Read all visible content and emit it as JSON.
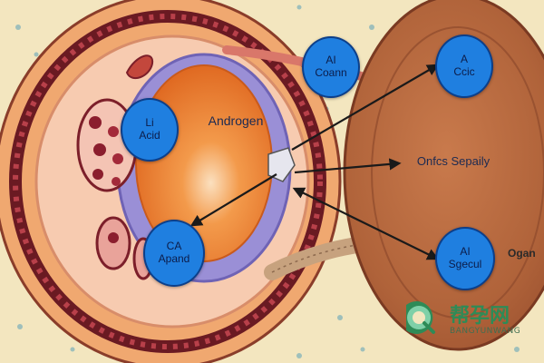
{
  "labels": {
    "center": "Androgen",
    "right_band": "Onfcs Sepaily",
    "edge": "Ogan"
  },
  "nodes": [
    {
      "key": "node-top-center",
      "line1": "AI",
      "line2": "Coann"
    },
    {
      "key": "node-top-right",
      "line1": "A",
      "line2": "Ccic"
    },
    {
      "key": "node-left",
      "line1": "Li",
      "line2": "Acid"
    },
    {
      "key": "node-bottom-left",
      "line1": "CA",
      "line2": "Apand"
    },
    {
      "key": "node-bottom-right",
      "line1": "AI",
      "line2": "Sgecul"
    }
  ],
  "watermark": {
    "title": "帮孕网",
    "subtitle": "BANGYUNWANG"
  },
  "colors": {
    "background": "#f5e9c4",
    "node_fill": "#1f7fe0",
    "node_border": "#0c3f8a",
    "core_orange": "#ee7a2c",
    "organ_brown": "#b9683f",
    "arrow": "#1a1a1a",
    "logo_green": "#2e8b57"
  }
}
